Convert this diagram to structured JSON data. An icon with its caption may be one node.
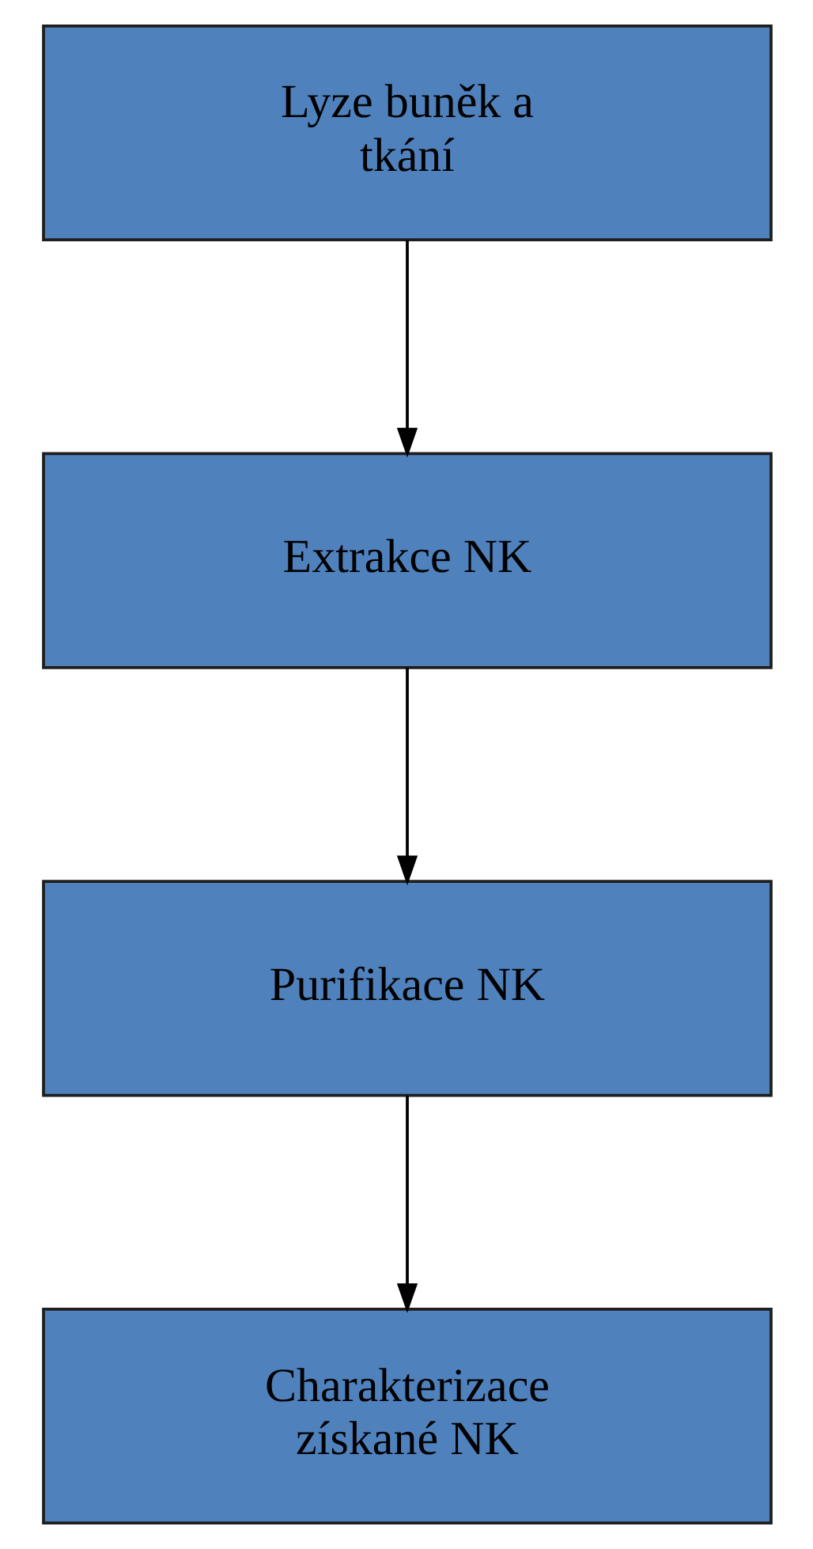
{
  "diagram": {
    "nodes": [
      {
        "text": [
          "Lyze buněk a tkání"
        ]
      },
      {
        "text": [
          "Extrakce NK"
        ]
      },
      {
        "text": [
          "Purifikace NK"
        ]
      },
      {
        "text": [
          "Charakterizace získané NK"
        ]
      }
    ],
    "edges": [
      {
        "from": 0,
        "to": 1,
        "arrow": "to"
      },
      {
        "from": 1,
        "to": 2,
        "arrow": "to"
      },
      {
        "from": 2,
        "to": 3,
        "arrow": "to"
      }
    ]
  }
}
